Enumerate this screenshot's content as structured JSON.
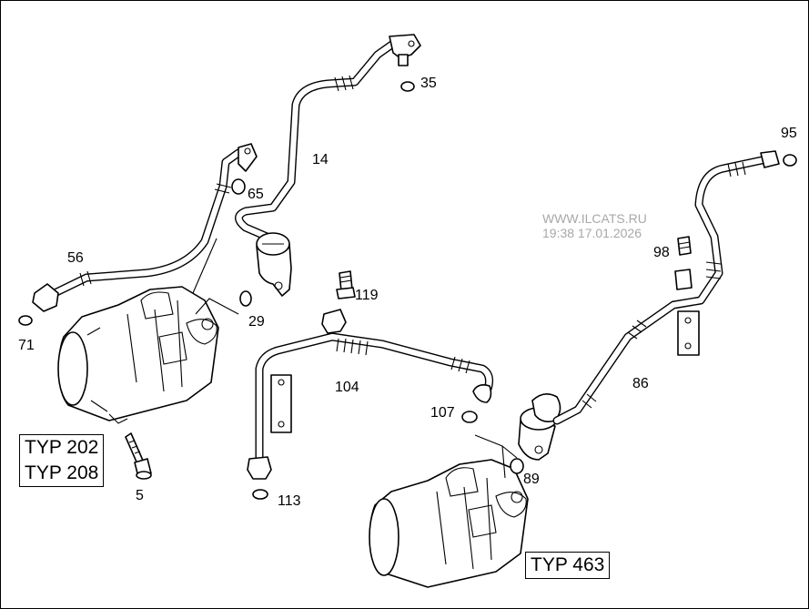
{
  "callouts": {
    "p5": "5",
    "p14": "14",
    "p29": "29",
    "p35": "35",
    "p56": "56",
    "p65": "65",
    "p71": "71",
    "p86": "86",
    "p89": "89",
    "p95": "95",
    "p98": "98",
    "p104": "104",
    "p107": "107",
    "p113": "113",
    "p119": "119"
  },
  "type_boxes": {
    "left_line1": "TYP 202",
    "left_line2": "TYP 208",
    "right": "TYP 463"
  },
  "watermark": {
    "line1": "WWW.ILCATS.RU",
    "line2": "19:38 17.01.2026"
  }
}
